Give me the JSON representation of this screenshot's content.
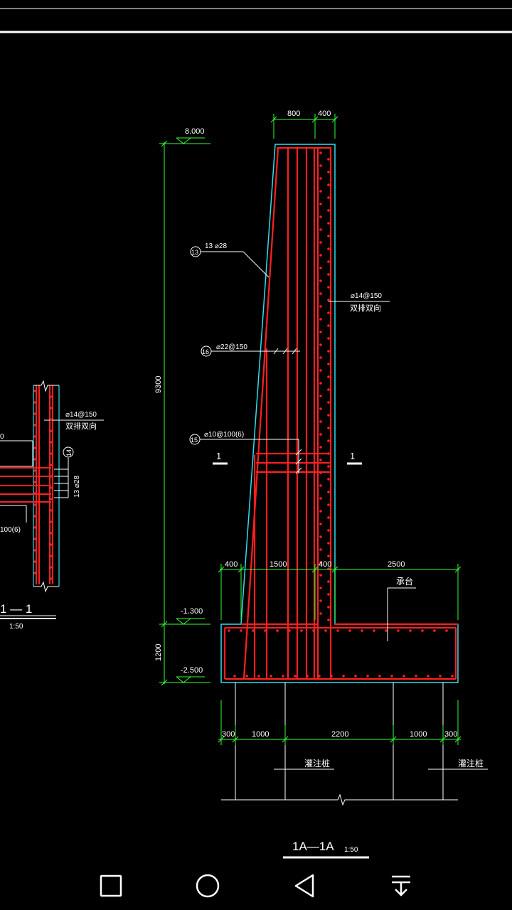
{
  "colors": {
    "background": "#000000",
    "dimension": "#33ff33",
    "rebar": "#ff2020",
    "outline": "#33ddee",
    "text": "#ffffff"
  },
  "drawing": {
    "top_dims": [
      "800",
      "400"
    ],
    "elevations": {
      "top": "8.000",
      "ground": "-1.300",
      "bottom": "-2.500"
    },
    "height_dims": [
      "9300",
      "1200"
    ],
    "callouts": {
      "c13": {
        "num": "13",
        "text": "13 ⌀28"
      },
      "c16": {
        "num": "16",
        "text": "⌀22@150"
      },
      "c15": {
        "num": "15",
        "text": "⌀10@100(6)"
      },
      "right_rebar": "⌀14@150",
      "right_rebar_note": "双排双向"
    },
    "section_marks": [
      "1",
      "1"
    ],
    "base_dims": [
      "400",
      "1500",
      "400",
      "2500"
    ],
    "cap_label": "承台",
    "pile_dims": [
      "300",
      "1000",
      "2200",
      "1000",
      "300"
    ],
    "pile_labels": [
      "灌注桩",
      "灌注桩"
    ],
    "main_title": "1A—1A",
    "main_scale": "1:50",
    "left_detail": {
      "rebar": "⌀14@150",
      "rebar_note": "双排双向",
      "num": "14",
      "bars": "13 ⌀28",
      "partial_left": "0",
      "partial_bottom": "100(6)",
      "title": "1 — 1",
      "scale": "1:50"
    }
  },
  "navbar": {
    "recents_icon": "square-icon",
    "home_icon": "circle-icon",
    "back_icon": "triangle-icon",
    "notification_icon": "pull-down-icon"
  }
}
